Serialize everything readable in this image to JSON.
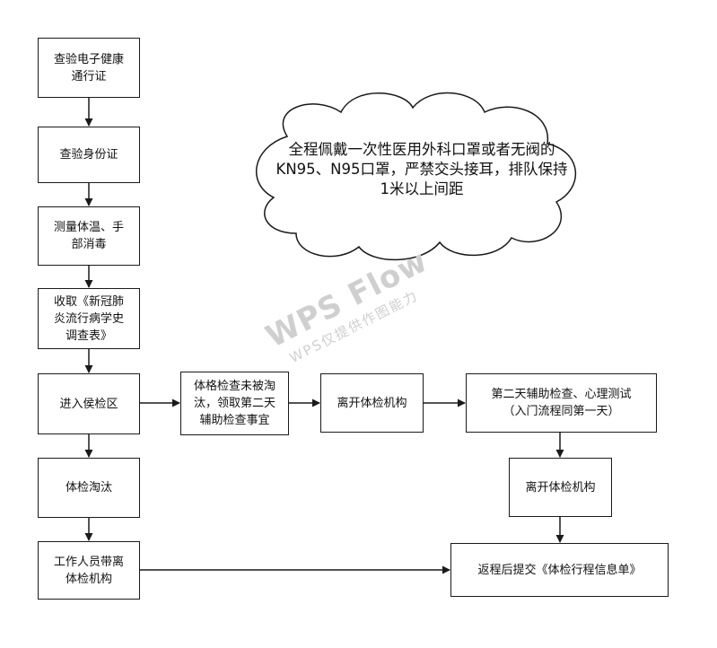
{
  "nodes": {
    "check_health_pass": "查验电子健康\n通行证",
    "check_id": "查验身份证",
    "temp_disinfect": "测量体温、手\n部消毒",
    "collect_form": "收取《新冠肺\n炎流行病学史\n调查表》",
    "enter_waiting": "进入侯检区",
    "eliminated": "体检淘汰",
    "staff_escort": "工作人员带离\n体检机构",
    "not_eliminated": "体格检查未被淘\n汰，领取第二天\n辅助检查事宜",
    "leave_1": "离开体检机构",
    "day2_tests": "第二天辅助检查、心理测试\n（入门流程同第一天）",
    "leave_2": "离开体检机构",
    "submit_form": "返程后提交《体检行程信息单》"
  },
  "note": {
    "text": "全程佩戴一次性医用外科口罩或者无阀的\nKN95、N95口罩，严禁交头接耳，排队保持\n1米以上间距"
  },
  "watermark": {
    "main": "WPS Flow",
    "sub": "WPS仅提供作图能力"
  },
  "colors": {
    "stroke": "#1a1a1a",
    "watermark": "#cfcfcf"
  }
}
